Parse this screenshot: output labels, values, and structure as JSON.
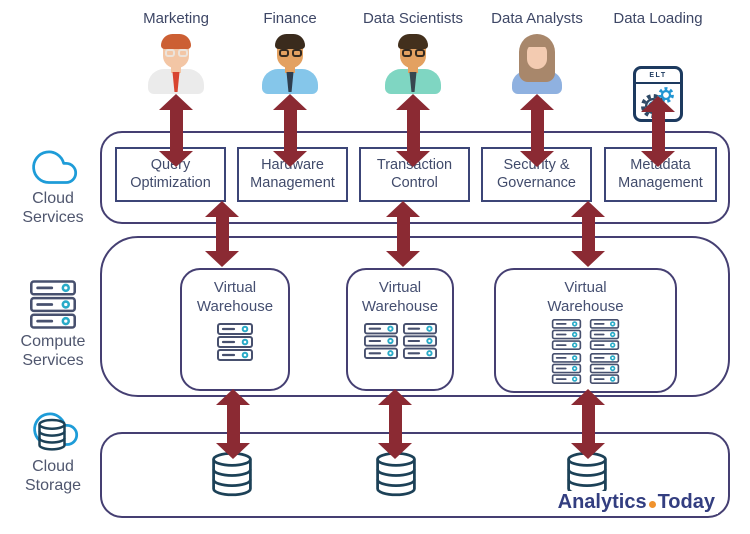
{
  "personas": [
    {
      "label": "Marketing"
    },
    {
      "label": "Finance"
    },
    {
      "label": "Data Scientists"
    },
    {
      "label": "Data Analysts"
    },
    {
      "label": "Data Loading",
      "icon_text": "ELT"
    }
  ],
  "sidebar": {
    "cloud_services": {
      "line1": "Cloud",
      "line2": "Services"
    },
    "compute_services": {
      "line1": "Compute",
      "line2": "Services"
    },
    "cloud_storage": {
      "line1": "Cloud",
      "line2": "Storage"
    }
  },
  "cloud_services_layer": {
    "boxes": [
      "Query Optimization",
      "Hardware Management",
      "Transaction Control",
      "Security & Governance",
      "Metadata Management"
    ]
  },
  "compute_layer": {
    "warehouses": [
      {
        "label": "Virtual Warehouse",
        "servers": 1
      },
      {
        "label": "Virtual Warehouse",
        "servers": 2
      },
      {
        "label": "Virtual Warehouse",
        "servers": 4
      }
    ]
  },
  "storage_layer": {
    "databases": 3
  },
  "branding": {
    "name_left": "Analytics",
    "name_right": "Today"
  },
  "colors": {
    "arrow_maroon": "#8b2a33",
    "container_border": "#453f72",
    "box_border": "#3c4577",
    "text_navy": "#454f71",
    "cloud_blue": "#1e9cd8",
    "server_teal": "#29abc8",
    "cylinder_navy": "#1c4157",
    "brand_navy": "#333e80",
    "brand_orange": "#f0922d"
  }
}
